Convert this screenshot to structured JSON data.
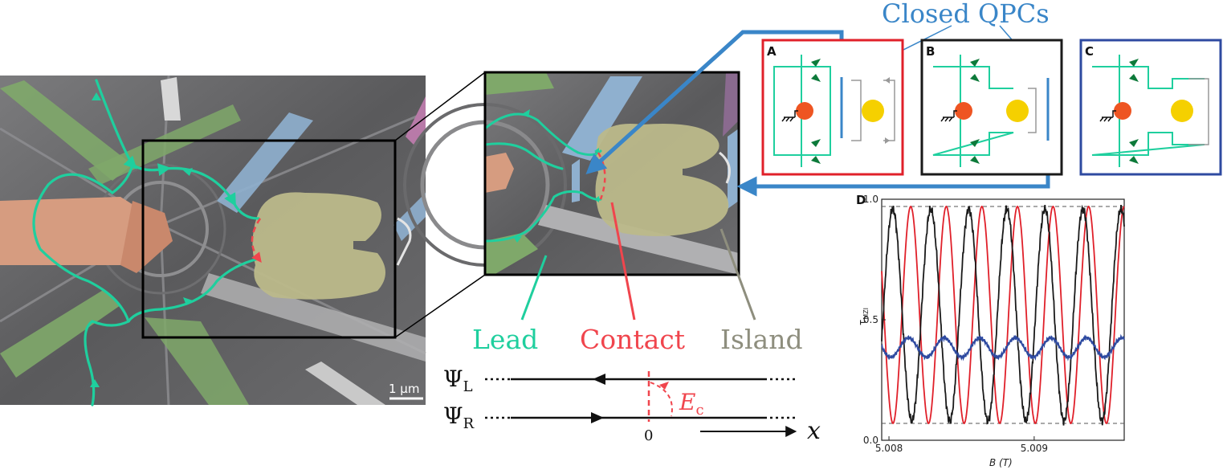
{
  "labels": {
    "closed_qpcs": "Closed QPCs",
    "lead": "Lead",
    "contact": "Contact",
    "island": "Island",
    "scale_bar": "1 µm",
    "panel_a": "A",
    "panel_b": "B",
    "panel_c": "C",
    "panel_d": "D",
    "psi_l_symbol": "Ψ",
    "psi_l_sub": "L",
    "psi_r_symbol": "Ψ",
    "psi_r_sub": "R",
    "x_axis_var": "x",
    "origin": "0",
    "energy_symbol": "E",
    "energy_sub": "c"
  },
  "colors": {
    "lead": "#1fcf9e",
    "contact": "#f0454d",
    "island": "#8e8e7e",
    "closed_qpcs": "#3a86c8",
    "panel_a_border": "#e0202a",
    "panel_b_border": "#1a1a1a",
    "panel_c_border": "#2e4aa0",
    "island_dot": "#f5d000",
    "contact_dot": "#ee5522",
    "chevron": "#0d7a3a"
  },
  "chart_data": {
    "type": "line",
    "title": "",
    "xlabel": "B (T)",
    "ylabel": "τ_MZI",
    "ylabel_main": "τ",
    "ylabel_sub": "MZI",
    "xlim": [
      5.00795,
      5.00962
    ],
    "ylim": [
      0.0,
      1.0
    ],
    "x_ticks": [
      {
        "value": 5.008,
        "label": "5.008"
      },
      {
        "value": 5.009,
        "label": "5.009"
      }
    ],
    "y_ticks": [
      {
        "value": 0.0,
        "label": "0.0"
      },
      {
        "value": 0.5,
        "label": "0.5"
      },
      {
        "value": 1.0,
        "label": "1.0"
      }
    ],
    "reference_lines": [
      0.07,
      0.97
    ],
    "grid": false,
    "series": [
      {
        "color": "#e0202a",
        "mean": 0.52,
        "amplitude": 0.45,
        "period": 0.000245,
        "phase_x": 5.00815,
        "noise": 0.0
      },
      {
        "color": "#1a1a1a",
        "mean": 0.52,
        "amplitude": 0.44,
        "period": 0.000262,
        "phase_x": 5.00855,
        "noise": 0.02
      },
      {
        "color": "#2e4aa0",
        "mean": 0.385,
        "amplitude": 0.04,
        "period": 0.000245,
        "phase_x": 5.00838,
        "noise": 0.008
      }
    ]
  }
}
